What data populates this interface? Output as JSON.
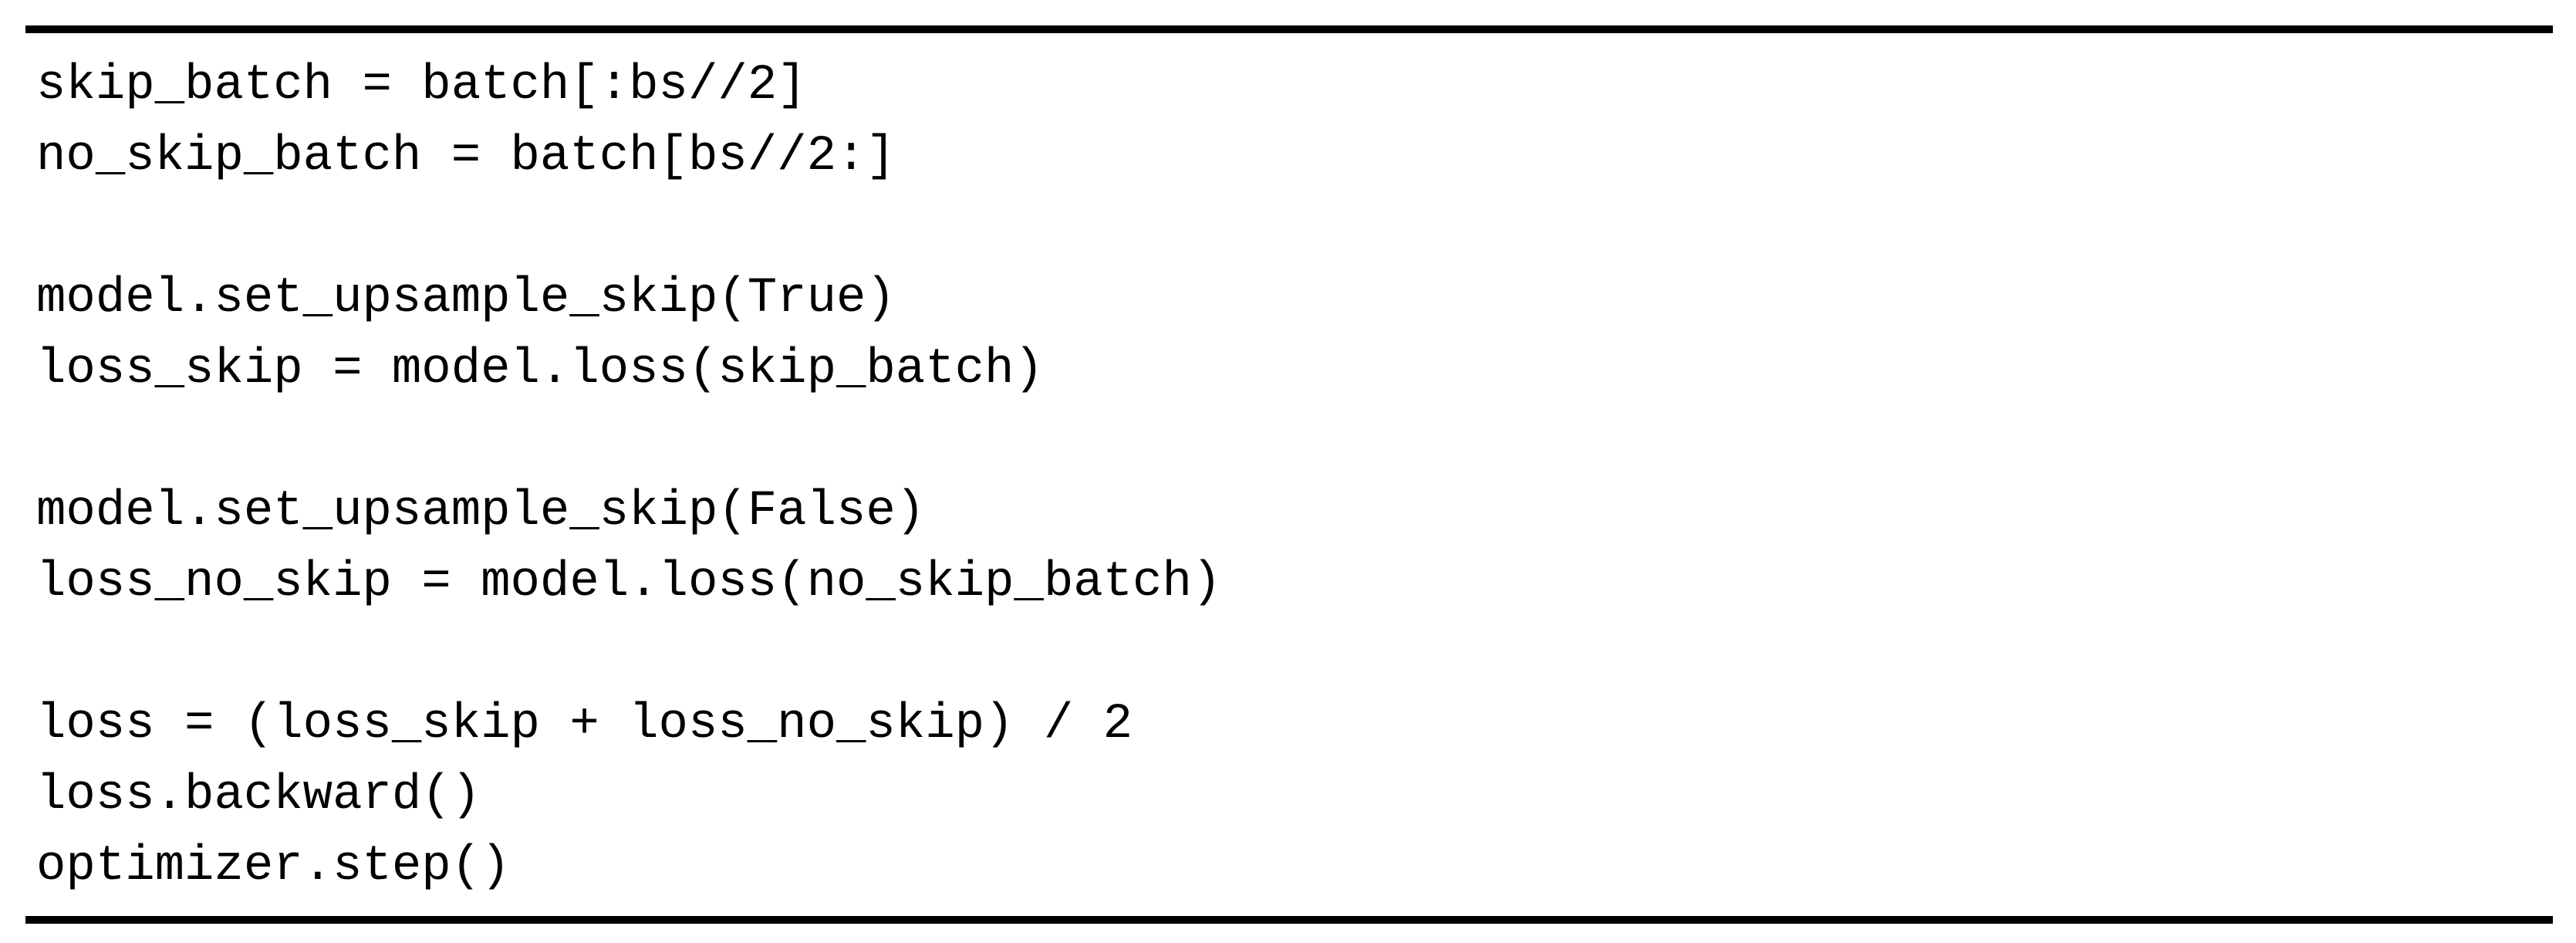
{
  "figure": {
    "type": "code-listing",
    "lines": [
      "skip_batch = batch[:bs//2]",
      "no_skip_batch = batch[bs//2:]",
      "",
      "model.set_upsample_skip(True)",
      "loss_skip = model.loss(skip_batch)",
      "",
      "model.set_upsample_skip(False)",
      "loss_no_skip = model.loss(no_skip_batch)",
      "",
      "loss = (loss_skip + loss_no_skip) / 2",
      "loss.backward()",
      "optimizer.step()"
    ],
    "colors": {
      "text": "#000000",
      "rule": "#000000",
      "background": "#ffffff"
    }
  }
}
